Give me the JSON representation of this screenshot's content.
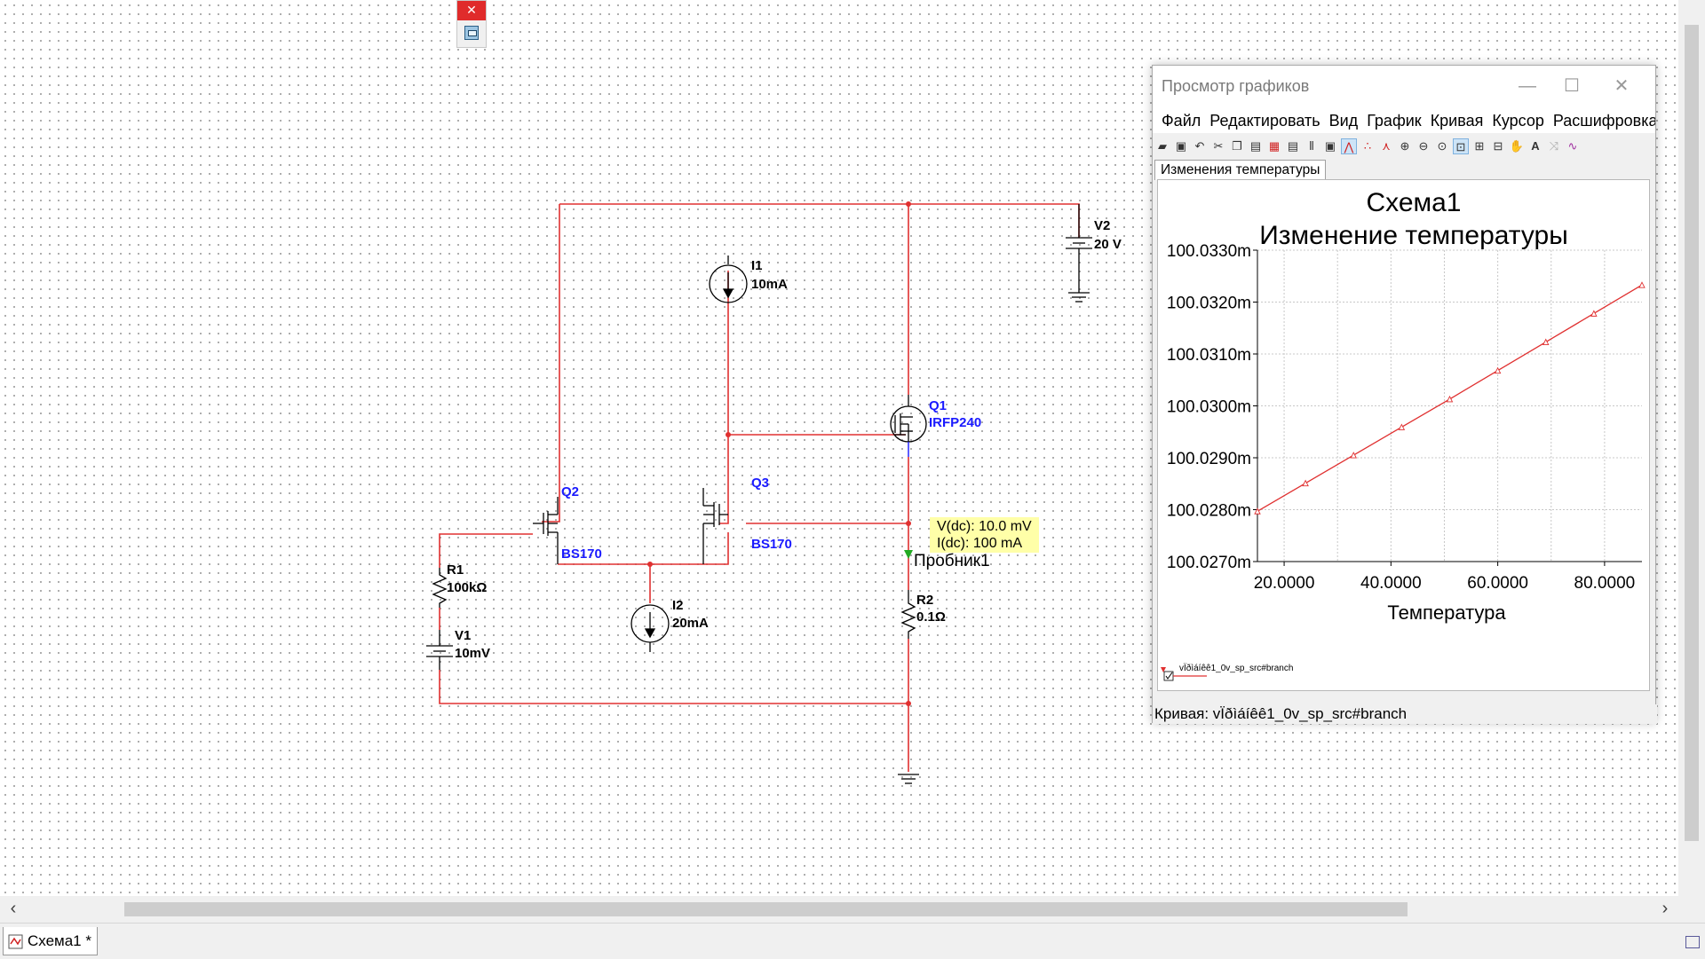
{
  "schematic": {
    "components": {
      "v2": {
        "name": "V2",
        "value": "20 V"
      },
      "i1": {
        "name": "I1",
        "value": "10mA"
      },
      "q1": {
        "name": "Q1",
        "model": "IRFP240"
      },
      "q2": {
        "name": "Q2",
        "model": "BS170"
      },
      "q3": {
        "name": "Q3",
        "model": "BS170"
      },
      "r1": {
        "name": "R1",
        "value": "100kΩ"
      },
      "v1": {
        "name": "V1",
        "value": "10mV"
      },
      "i2": {
        "name": "I2",
        "value": "20mA"
      },
      "r2": {
        "name": "R2",
        "value": "0.1Ω"
      }
    },
    "probe": {
      "name": "Пробник1",
      "vdc": "V(dc): 10.0 mV",
      "idc": "I(dc): 100 mA"
    },
    "colors": {
      "wire": "#e03030",
      "component": "#1a1aff",
      "probe": "#22aa22"
    }
  },
  "mini_window": {
    "close_icon": "close-icon",
    "restore_icon": "window-icon"
  },
  "graph_window": {
    "title": "Просмотр графиков",
    "menu": [
      "Файл",
      "Редактировать",
      "Вид",
      "График",
      "Кривая",
      "Курсор",
      "Расшифровка"
    ],
    "toolbar_icons": [
      "open-icon",
      "save-icon",
      "undo-icon",
      "cut-icon",
      "copy-icon",
      "paste-icon",
      "grid-icon",
      "legend-icon",
      "cursor-icon",
      "print-icon",
      "trace-icon",
      "points-icon",
      "markers-icon",
      "zoom-in-icon",
      "zoom-out-icon",
      "zoom-fit-icon",
      "zoom-area-icon",
      "zoom-x-icon",
      "zoom-y-icon",
      "pan-icon",
      "text-icon",
      "overlay-icon",
      "reverse-icon"
    ],
    "tab": "Изменения температуры",
    "status": "Кривая: vÏðìáíêê1_0v_sp_src#branch"
  },
  "chart_data": {
    "type": "line",
    "title": "Схема1",
    "subtitle": "Изменение температуры",
    "xlabel": "Температура",
    "ylabel": "",
    "xlim": [
      15,
      87
    ],
    "ylim": [
      100.027,
      100.033
    ],
    "xticks": [
      "20.0000",
      "40.0000",
      "60.0000",
      "80.0000"
    ],
    "yticks": [
      "100.0270m",
      "100.0280m",
      "100.0290m",
      "100.0300m",
      "100.0310m",
      "100.0320m",
      "100.0330m"
    ],
    "grid": true,
    "series": [
      {
        "name": "vÏðìáíêê1_0v_sp_src#branch",
        "color": "#e03030",
        "x": [
          15,
          24,
          33,
          42,
          51,
          60,
          69,
          78,
          87
        ],
        "y": [
          100.02797,
          100.02851,
          100.02905,
          100.02959,
          100.03013,
          100.03068,
          100.03123,
          100.03178,
          100.03233
        ]
      }
    ]
  },
  "scrollbars": {
    "left_arrow": "‹",
    "right_arrow": "›"
  },
  "tabs": [
    {
      "label": "Схема1 *"
    }
  ]
}
